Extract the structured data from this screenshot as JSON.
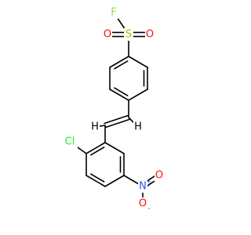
{
  "molecule": {
    "atoms": [
      {
        "id": "F",
        "label": "F",
        "color": "#90E050"
      },
      {
        "id": "S",
        "label": "S",
        "color": "#C8B400"
      },
      {
        "id": "O1",
        "label": "O",
        "color": "#FF0D0D"
      },
      {
        "id": "O2",
        "label": "O",
        "color": "#FF0D0D"
      },
      {
        "id": "H1",
        "label": "H",
        "color": "#000000"
      },
      {
        "id": "H2",
        "label": "H",
        "color": "#000000"
      },
      {
        "id": "Cl",
        "label": "Cl",
        "color": "#1FF01F"
      },
      {
        "id": "N",
        "label": "N",
        "color": "#3050F8",
        "charge": "+"
      },
      {
        "id": "O3",
        "label": "O",
        "color": "#FF0D0D",
        "charge": "-"
      },
      {
        "id": "O4",
        "label": "O",
        "color": "#FF0D0D"
      }
    ]
  }
}
